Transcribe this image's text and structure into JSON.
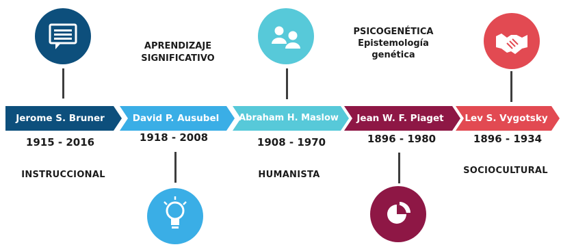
{
  "colors": {
    "bruner": "#0d4f7c",
    "ausubel": "#3aaee6",
    "maslow": "#57c9d9",
    "piaget": "#8e1745",
    "vygotsky": "#e24a52"
  },
  "timeline": [
    {
      "name": "Jerome S. Bruner",
      "years": "1915 - 2016",
      "theory": "INSTRUCCIONAL",
      "icon": "chat-icon"
    },
    {
      "name": "David P. Ausubel",
      "years": "1918 - 2008",
      "theory_line1": "APRENDIZAJE",
      "theory_line2": "SIGNIFICATIVO",
      "icon": "lightbulb-icon"
    },
    {
      "name": "Abraham H. Maslow",
      "years": "1908 - 1970",
      "theory": "HUMANISTA",
      "icon": "people-icon"
    },
    {
      "name": "Jean W. F. Piaget",
      "years": "1896 - 1980",
      "theory_line1": "PSICOGENÉTICA",
      "theory_line2": "Epistemología",
      "theory_line3": "genética",
      "icon": "pie-chart-icon"
    },
    {
      "name": "Lev S. Vygotsky",
      "years": "1896 - 1934",
      "theory": "SOCIOCULTURAL",
      "icon": "handshake-icon"
    }
  ]
}
